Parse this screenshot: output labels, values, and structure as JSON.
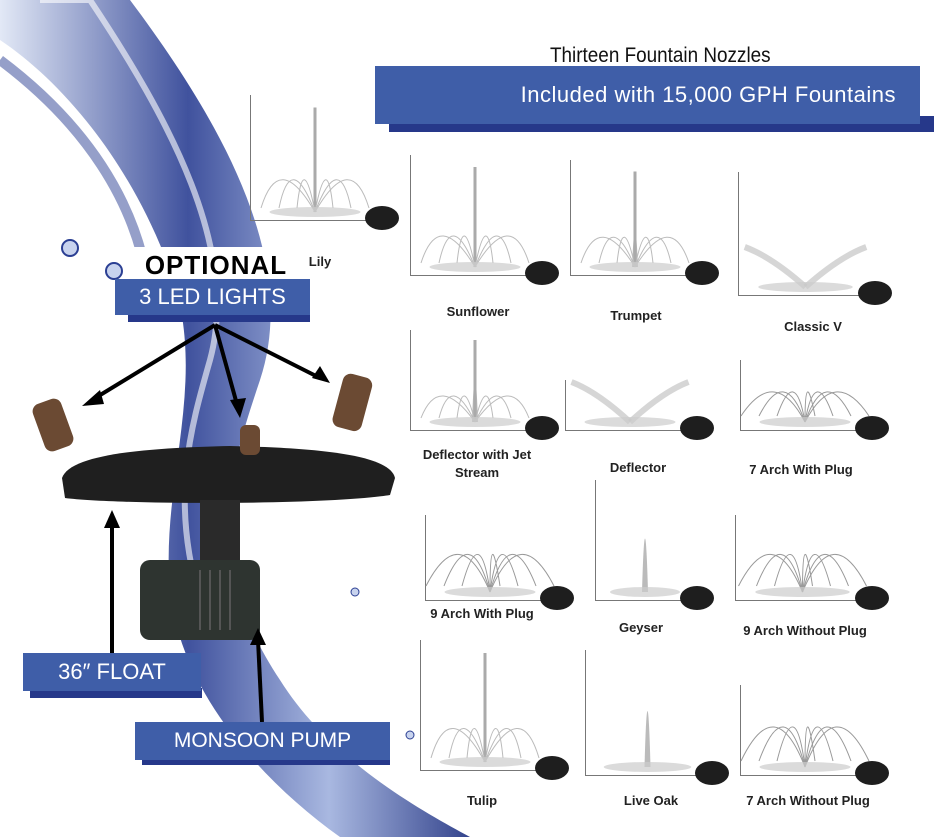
{
  "header": {
    "title": "Thirteen Fountain Nozzles",
    "subtitle": "Included with 15,000 GPH Fountains"
  },
  "callouts": {
    "optional": "OPTIONAL",
    "lights": "3 LED LIGHTS",
    "float": "36″ FLOAT",
    "pump": "MONSOON PUMP"
  },
  "colors": {
    "label_blue": "#3f5ea8",
    "label_shadow": "#26388a",
    "water": "#2b3f93"
  },
  "nozzles": [
    {
      "name": "Lily",
      "spray": "lily"
    },
    {
      "name": "Sunflower",
      "spray": "sunflower"
    },
    {
      "name": "Trumpet",
      "spray": "trumpet"
    },
    {
      "name": "Classic V",
      "spray": "v"
    },
    {
      "name": "Deflector with Jet Stream",
      "spray": "jet"
    },
    {
      "name": "Deflector",
      "spray": "v"
    },
    {
      "name": "7 Arch With Plug",
      "spray": "arch"
    },
    {
      "name": "9 Arch With Plug",
      "spray": "arch"
    },
    {
      "name": "Geyser",
      "spray": "geyser"
    },
    {
      "name": "9 Arch Without Plug",
      "spray": "arch"
    },
    {
      "name": "Tulip",
      "spray": "sunflower"
    },
    {
      "name": "Live Oak",
      "spray": "geyser"
    },
    {
      "name": "7 Arch Without Plug",
      "spray": "arch"
    }
  ]
}
